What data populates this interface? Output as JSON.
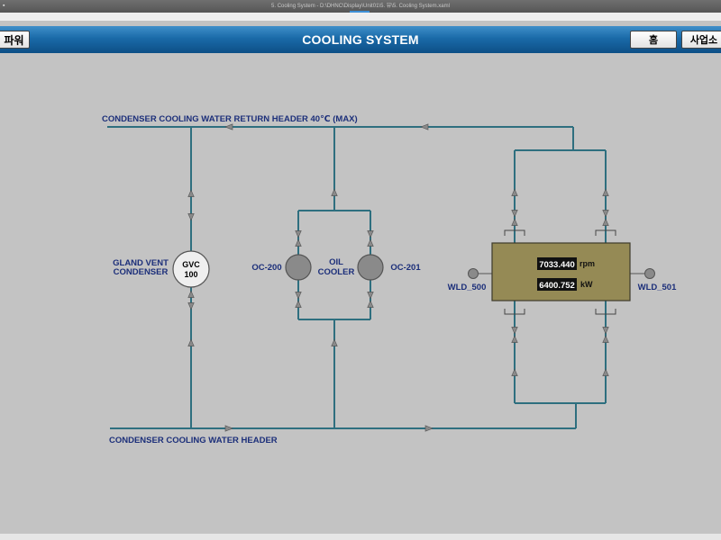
{
  "window": {
    "title": "5. Cooling System  -  D:\\DHNC\\Display\\Unit01\\5. 뷰\\5. Cooling System.xaml"
  },
  "header": {
    "title": "COOLING SYSTEM",
    "left_button": "파워",
    "home_button": "홈",
    "site_button": "사업소"
  },
  "diagram": {
    "return_header_label": "CONDENSER COOLING WATER RETURN HEADER 40℃ (MAX)",
    "supply_header_label": "CONDENSER COOLING WATER HEADER",
    "gland_vent": {
      "label_line1": "GLAND VENT",
      "label_line2": "CONDENSER",
      "tag_line1": "GVC",
      "tag_line2": "100"
    },
    "oil_cooler": {
      "label_line1": "OIL",
      "label_line2": "COOLER",
      "left_tag": "OC-200",
      "right_tag": "OC-201"
    },
    "generator": {
      "speed_value": "7033.440",
      "speed_unit": "rpm",
      "power_value": "6400.752",
      "power_unit": "kW",
      "left_tag": "WLD_500",
      "right_tag": "WLD_501"
    }
  },
  "colors": {
    "pipe": "#2e6f7f",
    "label": "#1c2f7a",
    "generator_fill": "#958a55",
    "valve": "#8a8a8a",
    "header_blue": "#1a6aa8"
  }
}
